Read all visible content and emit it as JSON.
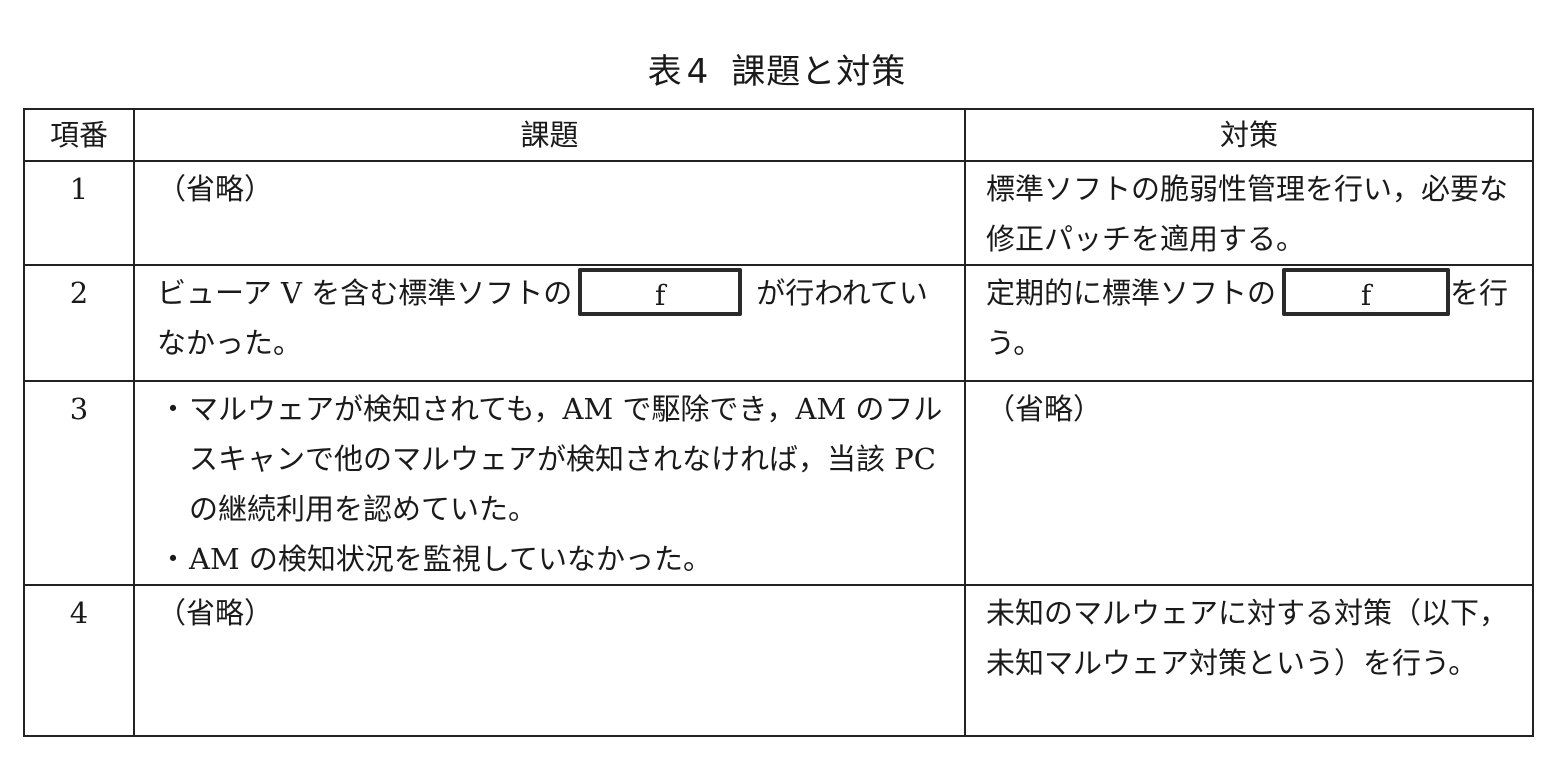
{
  "caption": {
    "label": "表",
    "number": "4",
    "title": "課題と対策"
  },
  "table": {
    "headers": {
      "no": "項番",
      "issue": "課題",
      "measure": "対策"
    },
    "rows": [
      {
        "no": "1",
        "issue": "（省略）",
        "measure": "標準ソフトの脆弱性管理を行い，必要な修正パッチを適用する。"
      },
      {
        "no": "2",
        "issue_before": "ビューア V を含む標準ソフトの",
        "issue_blank": "f",
        "issue_after": "が行われていなかった。",
        "measure_before": "定期的に標準ソフトの",
        "measure_blank": "f",
        "measure_after": "を行う。"
      },
      {
        "no": "3",
        "issue_bullets": [
          "マルウェアが検知されても，AM で駆除でき，AM のフルスキャンで他のマルウェアが検知されなければ，当該 PC の継続利用を認めていた。",
          "AM の検知状況を監視していなかった。"
        ],
        "bullet_mark": "・",
        "measure": "（省略）"
      },
      {
        "no": "4",
        "issue": "（省略）",
        "measure": "未知のマルウェアに対する対策（以下，未知マルウェア対策という）を行う。"
      }
    ]
  }
}
